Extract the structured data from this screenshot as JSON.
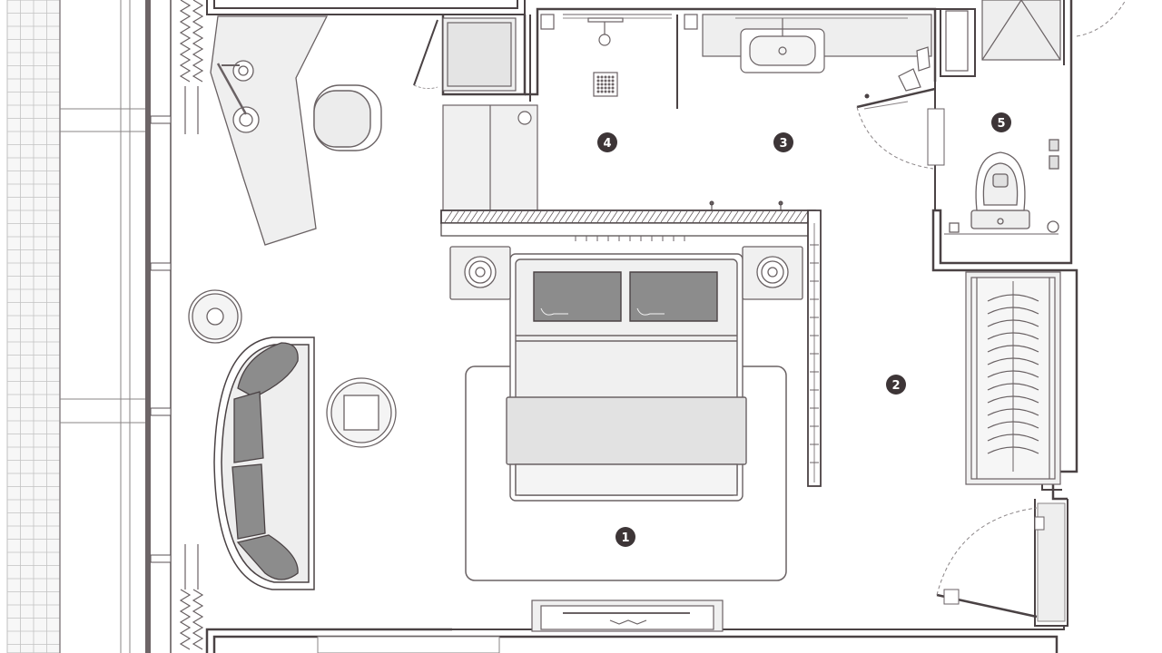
{
  "plan": {
    "colors": {
      "wall": "#4a4244",
      "line": "#6a6264",
      "fill": "#f0f0f0",
      "pillow": "#8c8c8c",
      "sofa": "#8c8c8c",
      "marker": "#3d3537",
      "grid": "#b5b5b5",
      "background": "#ffffff"
    },
    "markers": [
      {
        "id": "bed-area",
        "label": "1"
      },
      {
        "id": "wardrobe-area",
        "label": "2"
      },
      {
        "id": "vanity-area",
        "label": "3"
      },
      {
        "id": "shower-area",
        "label": "4"
      },
      {
        "id": "toilet-area",
        "label": "5"
      }
    ]
  }
}
